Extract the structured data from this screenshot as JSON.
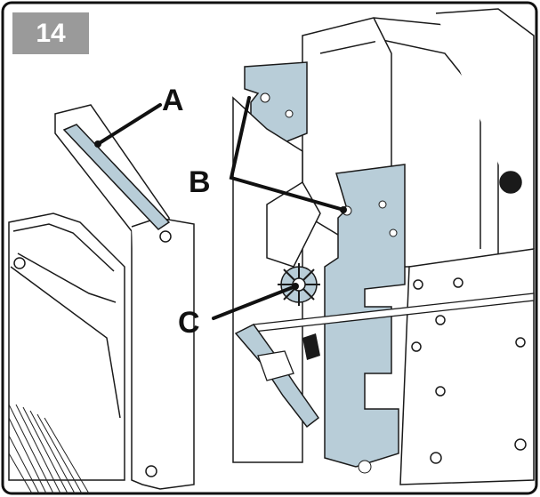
{
  "step": {
    "number": "14"
  },
  "callouts": {
    "a": "A",
    "b": "B",
    "c": "C"
  },
  "colors": {
    "part_fill": "#b8cdd8",
    "line": "#1a1a1a",
    "badge": "#9a9a9a",
    "frame": "#111111"
  },
  "icons": [
    "gear-icon",
    "bracket-shape",
    "rod-shape"
  ]
}
